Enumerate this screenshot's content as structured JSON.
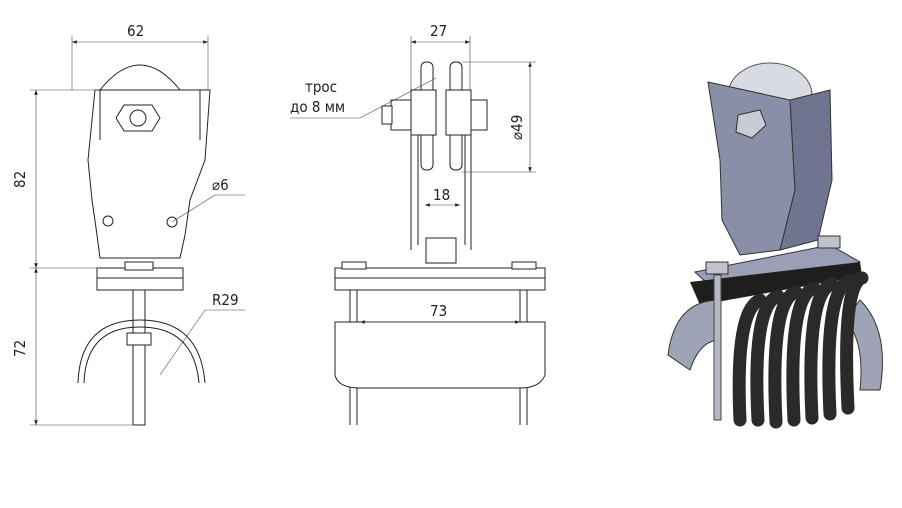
{
  "side_view": {
    "width_label": "62",
    "height_upper_label": "82",
    "height_lower_label": "72",
    "hole_label": "⌀6",
    "radius_label": "R29"
  },
  "front_view": {
    "width_label": "27",
    "wheel_diameter_label": "⌀49",
    "inner_width_label": "18",
    "base_width_label": "73",
    "cable_note_line1": "трос",
    "cable_note_line2": "до 8 мм"
  },
  "colors": {
    "line": "#222222",
    "metal": "#8a8fa8",
    "cable": "#2a2a2a"
  }
}
